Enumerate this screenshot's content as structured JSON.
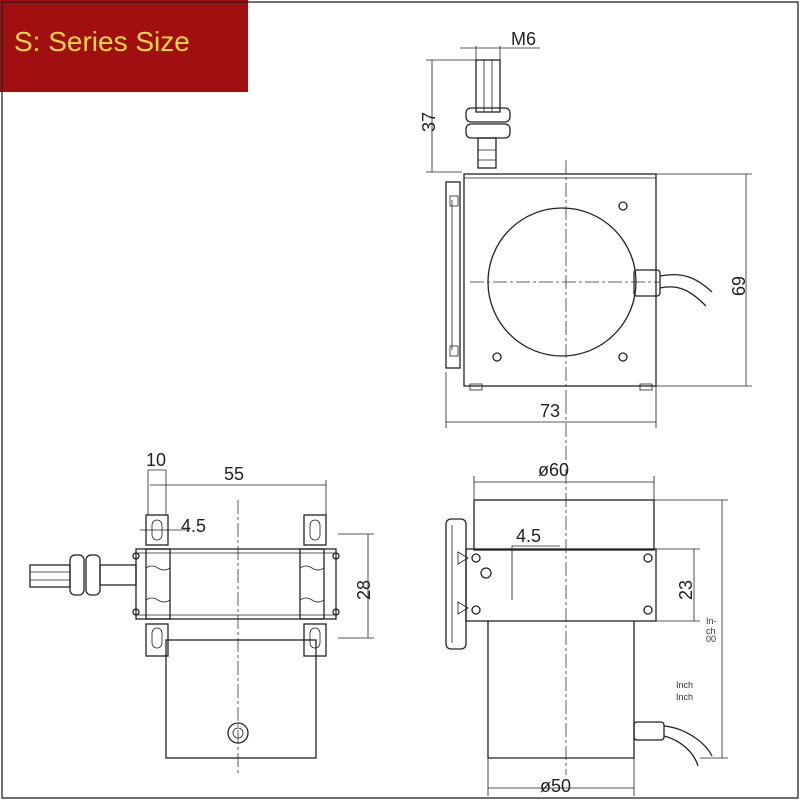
{
  "banner": {
    "title": "S: Series Size",
    "background": "#a11010",
    "text_color": "#f4d34a"
  },
  "dims": {
    "m6": "M6",
    "d37": "37",
    "d69": "69",
    "d73": "73",
    "d10": "10",
    "d55": "55",
    "d4_5_left": "4.5",
    "d28": "28",
    "d60": "ø60",
    "d4_5_right": "4.5",
    "d23": "23",
    "d50": "ø50"
  },
  "notes": {
    "inch1_a": "In-",
    "inch1_b": "ch",
    "inch1_c": "00",
    "inch2": "Inch",
    "inch3": "Inch"
  }
}
